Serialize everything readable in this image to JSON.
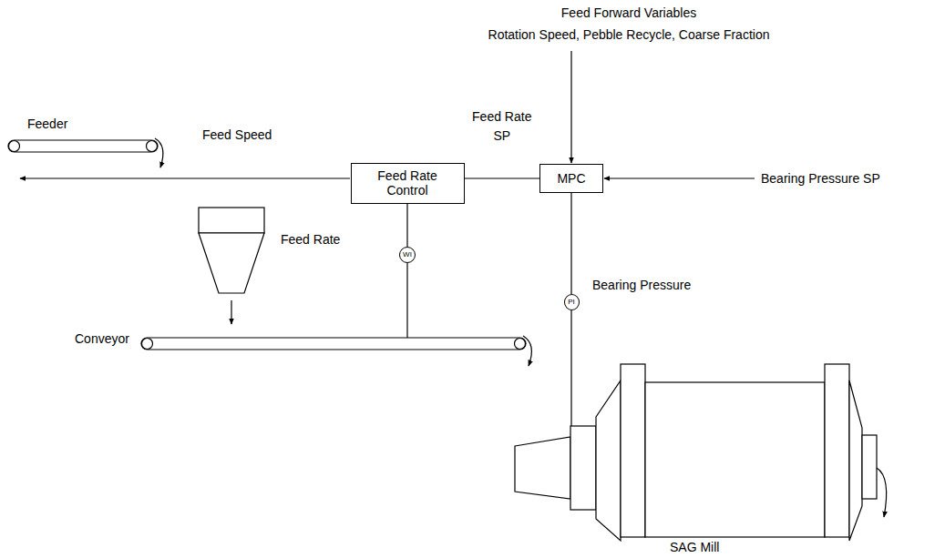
{
  "diagram": {
    "nodes": [
      {
        "text": [
          "Feed Rate Control"
        ]
      },
      {
        "text": [
          "MPC"
        ]
      },
      {
        "text": [
          "WI"
        ]
      },
      {
        "text": [
          "PI"
        ]
      }
    ],
    "edges": [
      {
        "from": 1,
        "to": 0,
        "arrow": "none",
        "label": "Feed Rate SP"
      },
      {
        "from": 0,
        "to": 2,
        "arrow": "none"
      },
      {
        "from": 1,
        "to": 3,
        "arrow": "none"
      }
    ],
    "labels": [
      "Feed Forward Variables",
      "Rotation Speed, Pebble Recycle, Coarse Fraction",
      "Feeder",
      "Feed Speed",
      "Bearing Pressure SP",
      "Feed Rate",
      "Bearing Pressure",
      "Conveyor",
      "SAG Mill"
    ]
  }
}
